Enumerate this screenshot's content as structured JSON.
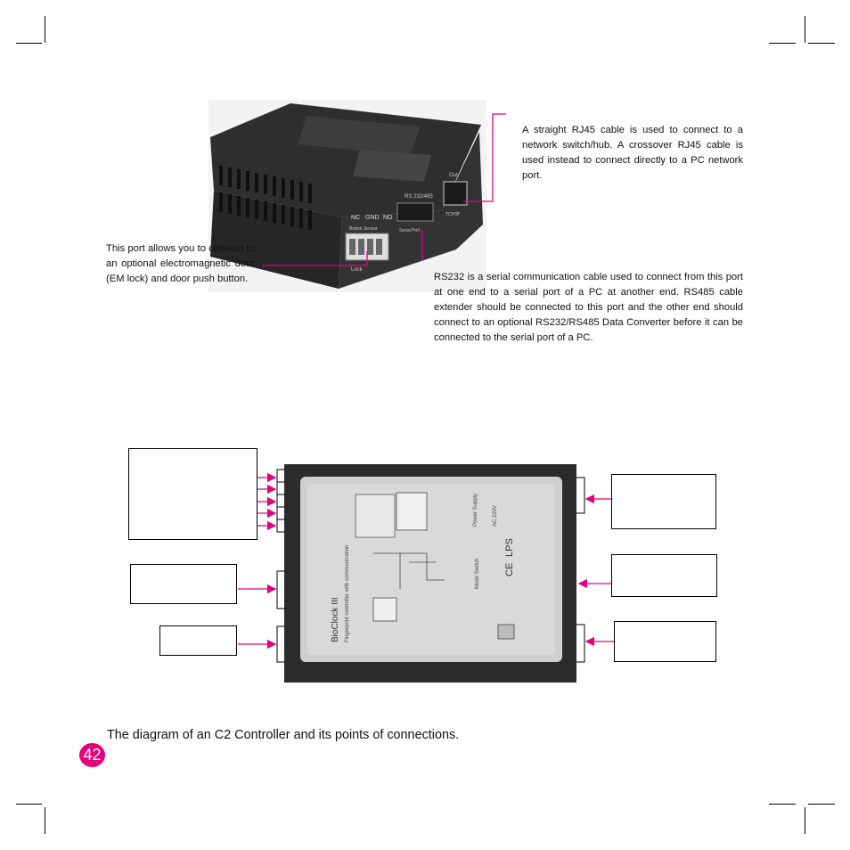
{
  "notes": {
    "rj45": "A straight RJ45 cable is used to connect to a network switch/hub. A crossover RJ45 cable is used instead to connect directly to a PC network port.",
    "lock_port": "This port allows you to connect to an optional electromagnetic door (EM lock) and door push button.",
    "serial": "RS232 is a serial communication cable used to connect from this port at one end to a serial port of a PC at another end. RS485 cable extender should be connected to this port and the other end should connect to an optional RS232/RS485 Data Converter before it can be connected to the serial port of a PC."
  },
  "device_photo": {
    "terminal_labels": [
      "NC",
      "GND",
      "NO"
    ],
    "button_label": "Button Sensor",
    "serial_label": "RS 232/485",
    "serial_port_label": "Serial Port",
    "net_label": "Out",
    "net_port_label": "TCP/IP",
    "lock_label": "Lock"
  },
  "diagram_photo": {
    "brand": "BioClock III",
    "subtitle": "Fingerprint controller with communication",
    "power_label": "Power Supply",
    "power_value": "AC 220V",
    "mode_label": "Mode Switch",
    "ce": "CE",
    "lps": "LPS"
  },
  "caption": "The diagram of an C2 Controller and its points of connections.",
  "page_number": "42",
  "colors": {
    "accent": "#e4007c",
    "photo_dark": "#2b2b2b"
  }
}
